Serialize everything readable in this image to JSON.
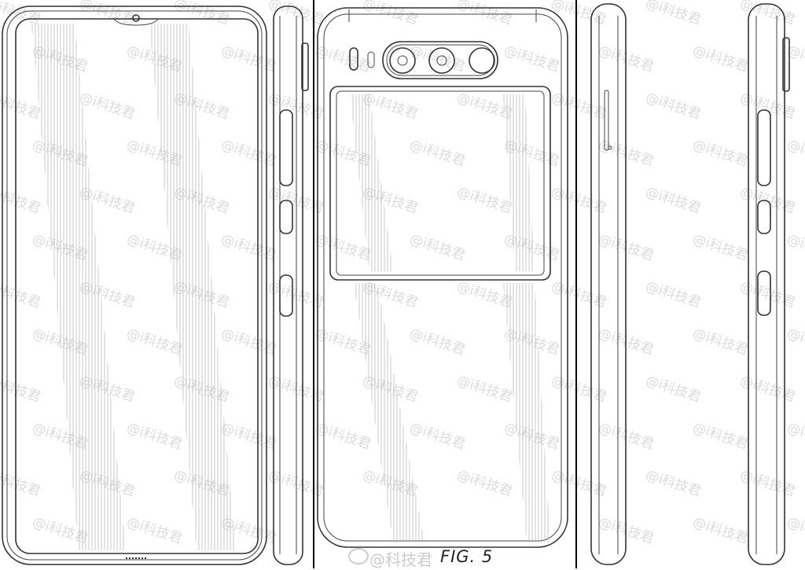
{
  "figure_label": "FIG. 5",
  "watermark": "@i科技君",
  "credit": "@科技君",
  "colors": {
    "line": "#333333",
    "watermark": "#dcdcdc",
    "separator": "#000000"
  }
}
